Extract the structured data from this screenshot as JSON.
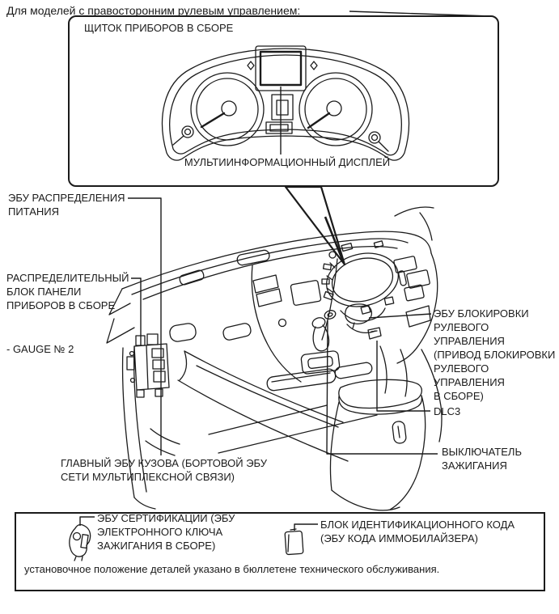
{
  "page": {
    "title": "Для моделей с правосторонним рулевым управлением:",
    "note": "установочное положение деталей указано в бюллетене технического обслуживания."
  },
  "cluster_box": {
    "label": "ЩИТОК ПРИБОРОВ В СБОРЕ",
    "display_label": "МУЛЬТИИНФОРМАЦИОННЫЙ ДИСПЛЕЙ"
  },
  "labels": {
    "power_distribution_ecu": "ЭБУ РАСПРЕДЕЛЕНИЯ\nПИТАНИЯ",
    "ip_junction_block": "РАСПРЕДЕЛИТЕЛЬНЫЙ\nБЛОК ПАНЕЛИ\nПРИБОРОВ В СБОРЕ",
    "gauge_no2": "- GAUGE № 2",
    "main_body_ecu": "ГЛАВНЫЙ ЭБУ КУЗОВА (БОРТОВОЙ ЭБУ\nСЕТИ МУЛЬТИПЛЕКСНОЙ СВЯЗИ)",
    "steering_lock_ecu": "ЭБУ БЛОКИРОВКИ\nРУЛЕВОГО\nУПРАВЛЕНИЯ\n(ПРИВОД БЛОКИРОВКИ\nРУЛЕВОГО\nУПРАВЛЕНИЯ\nВ СБОРЕ)",
    "dlc3": "DLC3",
    "ignition_switch": "ВЫКЛЮЧАТЕЛЬ\nЗАЖИГАНИЯ"
  },
  "legend": {
    "certification_ecu": "ЭБУ СЕРТИФИКАЦИИ (ЭБУ\nЭЛЕКТРОННОГО КЛЮЧА\nЗАЖИГАНИЯ В СБОРЕ)",
    "id_code_box": "БЛОК ИДЕНТИФИКАЦИОННОГО КОДА\n(ЭБУ КОДА ИММОБИЛАЙЗЕРА)"
  },
  "colors": {
    "line": "#1b1b1b",
    "background": "#ffffff"
  }
}
